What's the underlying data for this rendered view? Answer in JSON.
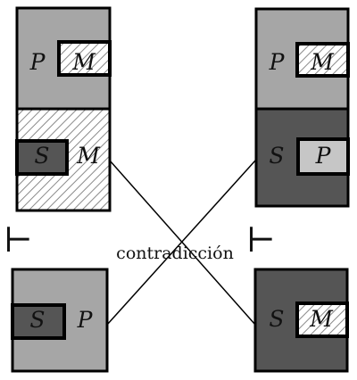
{
  "colors": {
    "light": "#a6a6a6",
    "dark": "#555555",
    "inner_light": "#c6c6c6",
    "hatch_line": "#8a8a8a",
    "stroke": "#000000",
    "background": "#ffffff"
  },
  "caption": "contradicción",
  "turnstile_glyph": "⊢",
  "diagrams": {
    "top_left": {
      "upper": {
        "outer_label": "P",
        "inner_label": "M"
      },
      "lower": {
        "inner_label": "S",
        "outer_label": "M"
      }
    },
    "top_right": {
      "upper": {
        "outer_label": "P",
        "inner_label": "M"
      },
      "lower": {
        "outer_label": "S",
        "inner_label": "P"
      }
    },
    "bottom_left": {
      "inner_label": "S",
      "outer_label": "P"
    },
    "bottom_right": {
      "outer_label": "S",
      "inner_label": "M"
    }
  }
}
